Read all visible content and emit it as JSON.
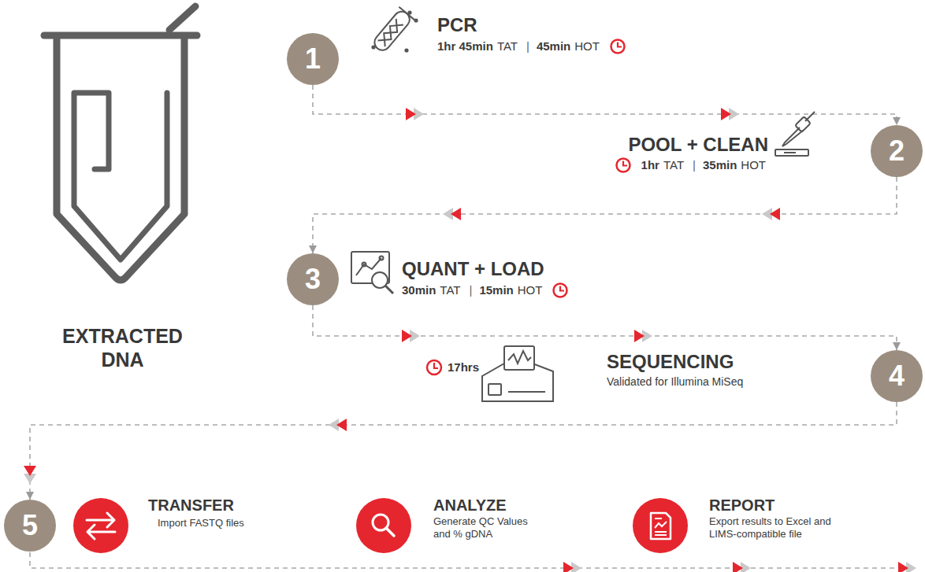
{
  "diagram": {
    "nodes": [
      {
        "text": [
          "1"
        ]
      },
      {
        "text": [
          "2"
        ]
      },
      {
        "text": [
          "3"
        ]
      },
      {
        "text": [
          "4"
        ]
      },
      {
        "text": [
          "5"
        ]
      }
    ],
    "edges": [
      {
        "from": 0,
        "to": 1,
        "arrow": "to"
      },
      {
        "from": 1,
        "to": 2,
        "arrow": "to"
      },
      {
        "from": 2,
        "to": 3,
        "arrow": "to"
      },
      {
        "from": 3,
        "to": 4,
        "arrow": "to"
      }
    ],
    "labels": [
      "PCR",
      "1hr 45min",
      "TAT",
      "|",
      "45min",
      "HOT",
      "POOL + CLEAN",
      "1hr",
      "TAT",
      "|",
      "35min",
      "HOT",
      "QUANT + LOAD",
      "30min",
      "TAT",
      "|",
      "15min",
      "HOT",
      "EXTRACTED DNA",
      "17hrs",
      "SEQUENCING",
      "Validated for Illumina MiSeq",
      "TRANSFER",
      "Import FASTQ files",
      "ANALYZE",
      "Generate QC Values and % gDNA",
      "REPORT",
      "Export results to Excel and LIMS-compatible file"
    ]
  }
}
